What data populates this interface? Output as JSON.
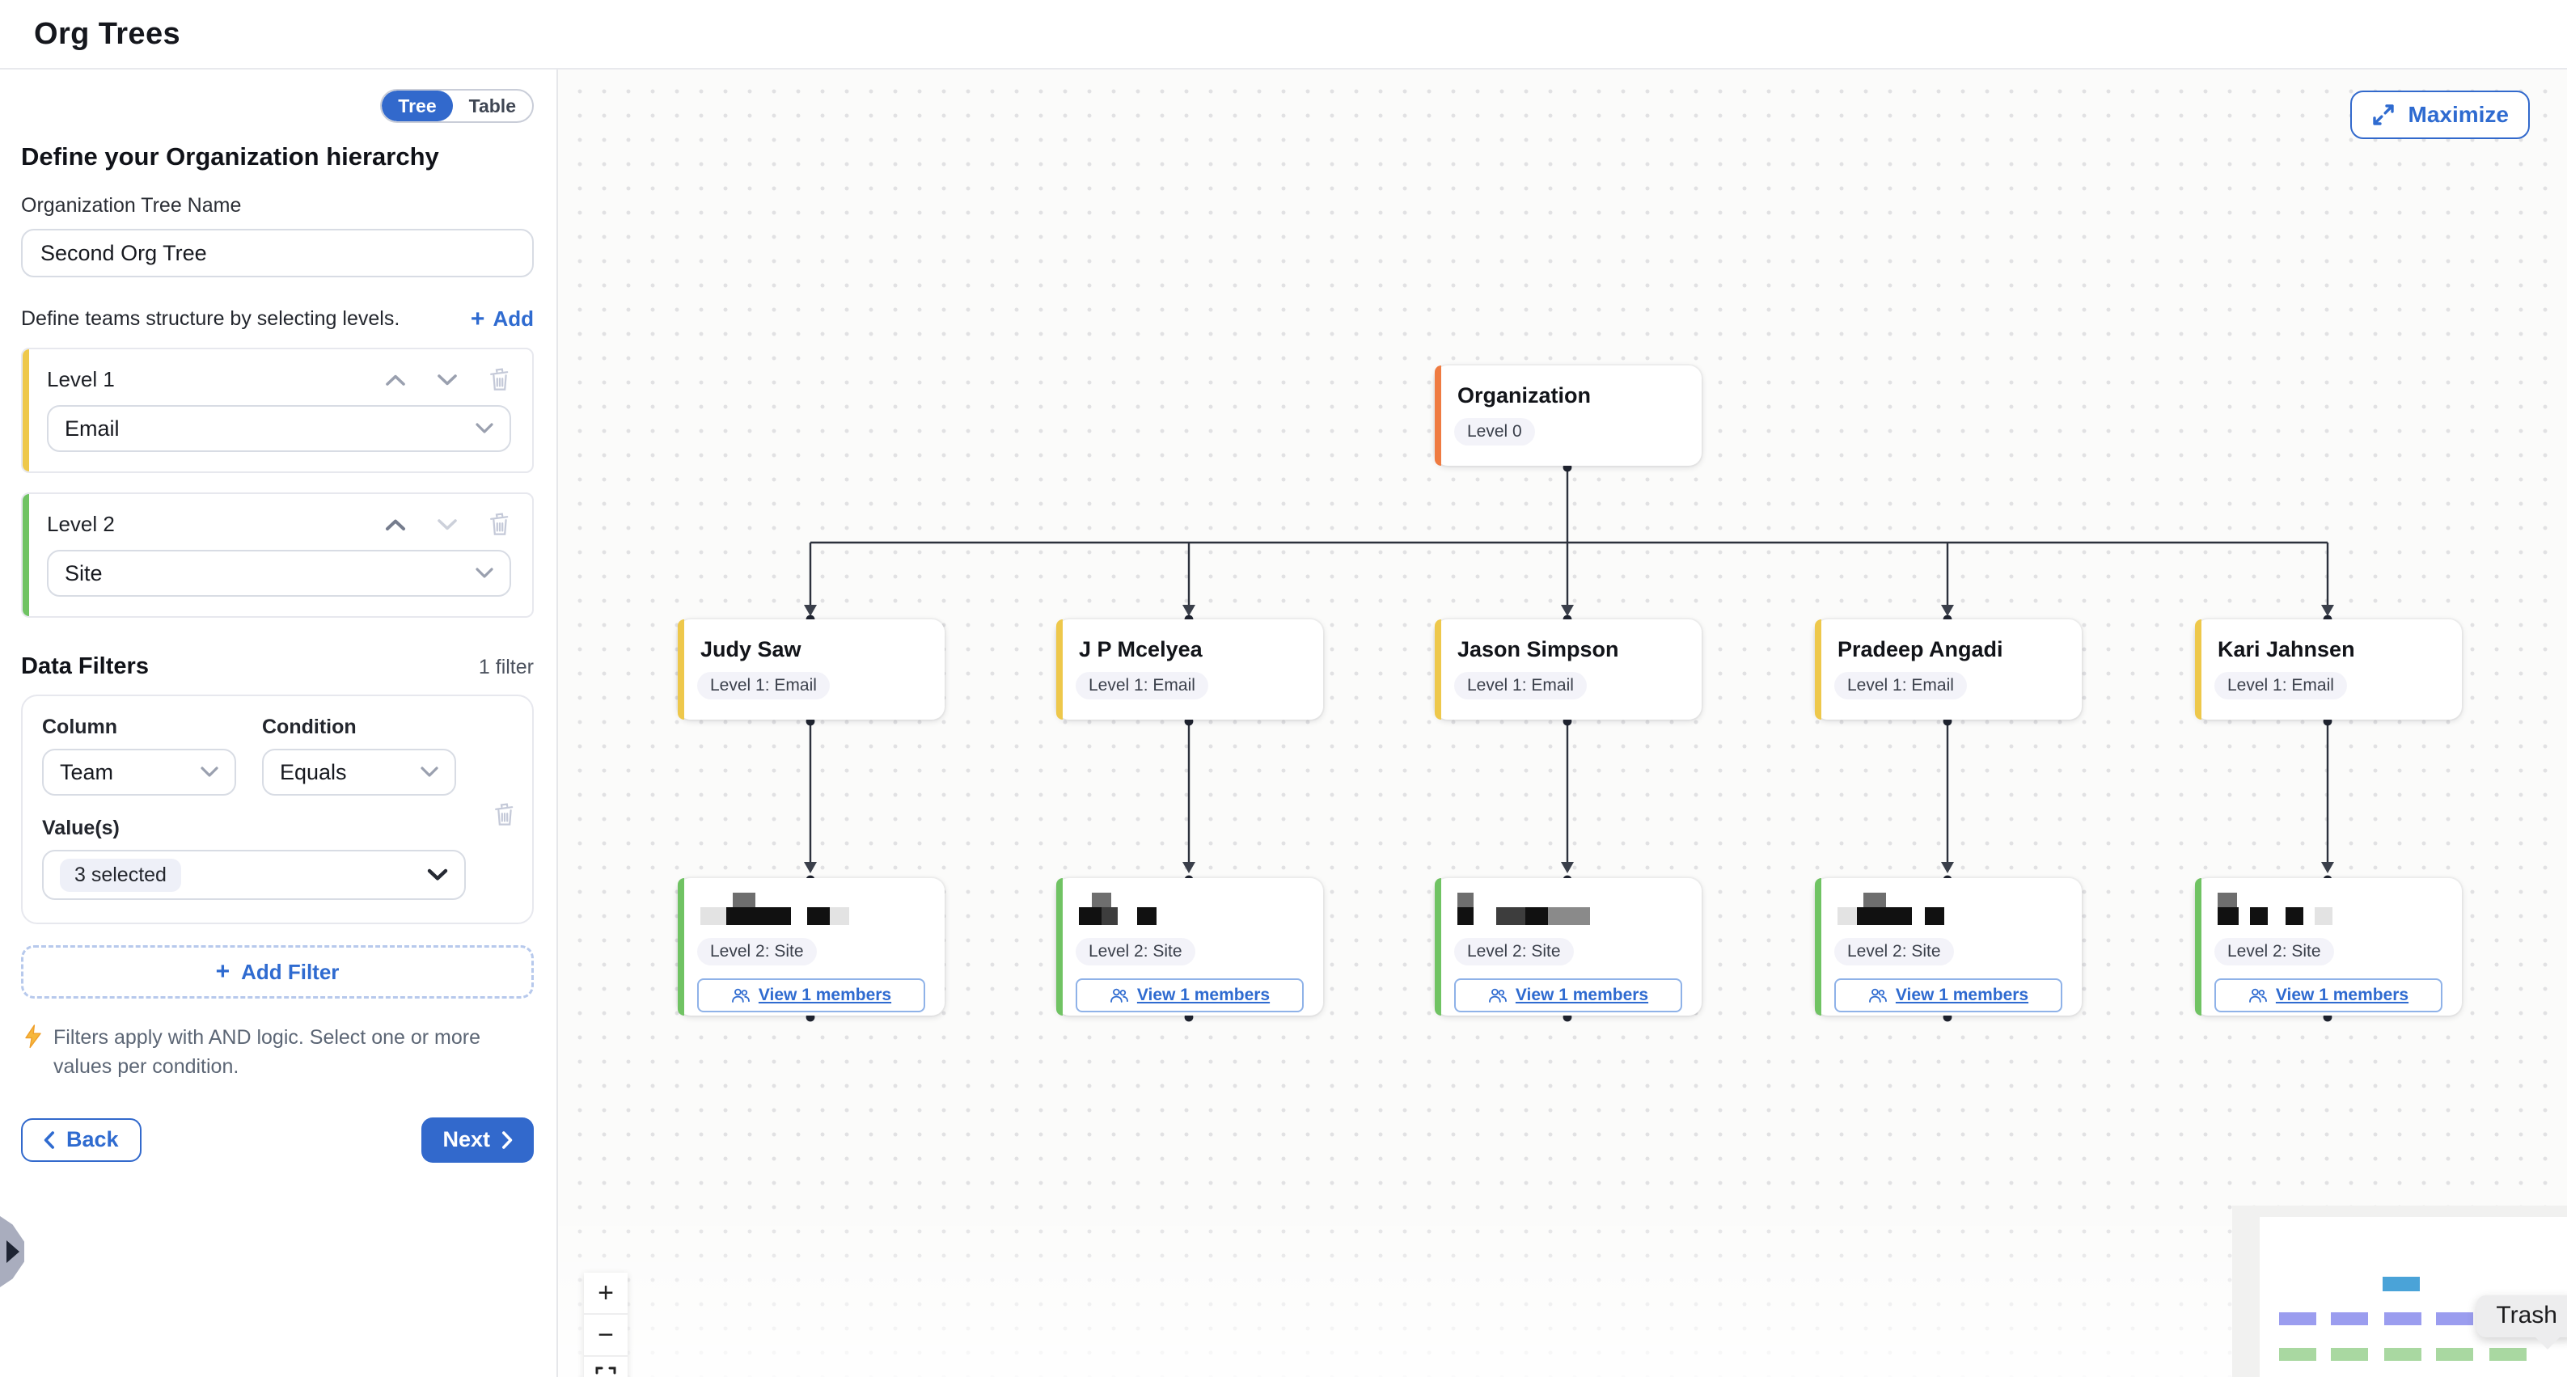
{
  "header": {
    "title": "Org Trees"
  },
  "sidebar": {
    "view_toggle": {
      "tree": "Tree",
      "table": "Table",
      "active": "Tree"
    },
    "heading": "Define your Organization hierarchy",
    "tree_name": {
      "label": "Organization Tree Name",
      "value": "Second Org Tree"
    },
    "levels_intro": {
      "text": "Define teams structure by selecting levels.",
      "add_label": "Add"
    },
    "levels": [
      {
        "label": "Level 1",
        "selected": "Email",
        "accent_color": "#eec84b"
      },
      {
        "label": "Level 2",
        "selected": "Site",
        "accent_color": "#70c363"
      }
    ],
    "data_filters": {
      "title": "Data Filters",
      "count": "1 filter",
      "filter": {
        "column_label": "Column",
        "column_value": "Team",
        "condition_label": "Condition",
        "condition_value": "Equals",
        "values_label": "Value(s)",
        "values_value": "3 selected"
      },
      "add_filter_label": "Add Filter",
      "note": "Filters apply with AND logic. Select one or more values per condition."
    },
    "back_label": "Back",
    "next_label": "Next"
  },
  "canvas": {
    "maximize_label": "Maximize",
    "root": {
      "name": "Organization",
      "badge": "Level 0",
      "accent_color": "#ef7b41"
    },
    "level1_nodes": [
      {
        "name": "Judy Saw",
        "badge": "Level 1: Email"
      },
      {
        "name": "J P Mcelyea",
        "badge": "Level 1: Email"
      },
      {
        "name": "Jason Simpson",
        "badge": "Level 1: Email"
      },
      {
        "name": "Pradeep Angadi",
        "badge": "Level 1: Email"
      },
      {
        "name": "Kari Jahnsen",
        "badge": "Level 1: Email"
      }
    ],
    "level2_nodes": [
      {
        "badge": "Level 2: Site",
        "view_label": "View 1 members",
        "name_redacted": true
      },
      {
        "badge": "Level 2: Site",
        "view_label": "View 1 members",
        "name_redacted": true
      },
      {
        "badge": "Level 2: Site",
        "view_label": "View 1 members",
        "name_redacted": true
      },
      {
        "badge": "Level 2: Site",
        "view_label": "View 1 members",
        "name_redacted": true
      },
      {
        "badge": "Level 2: Site",
        "view_label": "View 1 members",
        "name_redacted": true
      }
    ],
    "zoom_controls": {
      "zoom_in": "+",
      "zoom_out": "−"
    },
    "tooltip": "Trash",
    "minimap_colors": {
      "root": "#4aa3d8",
      "level1": "#9b9def",
      "level2": "#a9d8a1"
    }
  }
}
